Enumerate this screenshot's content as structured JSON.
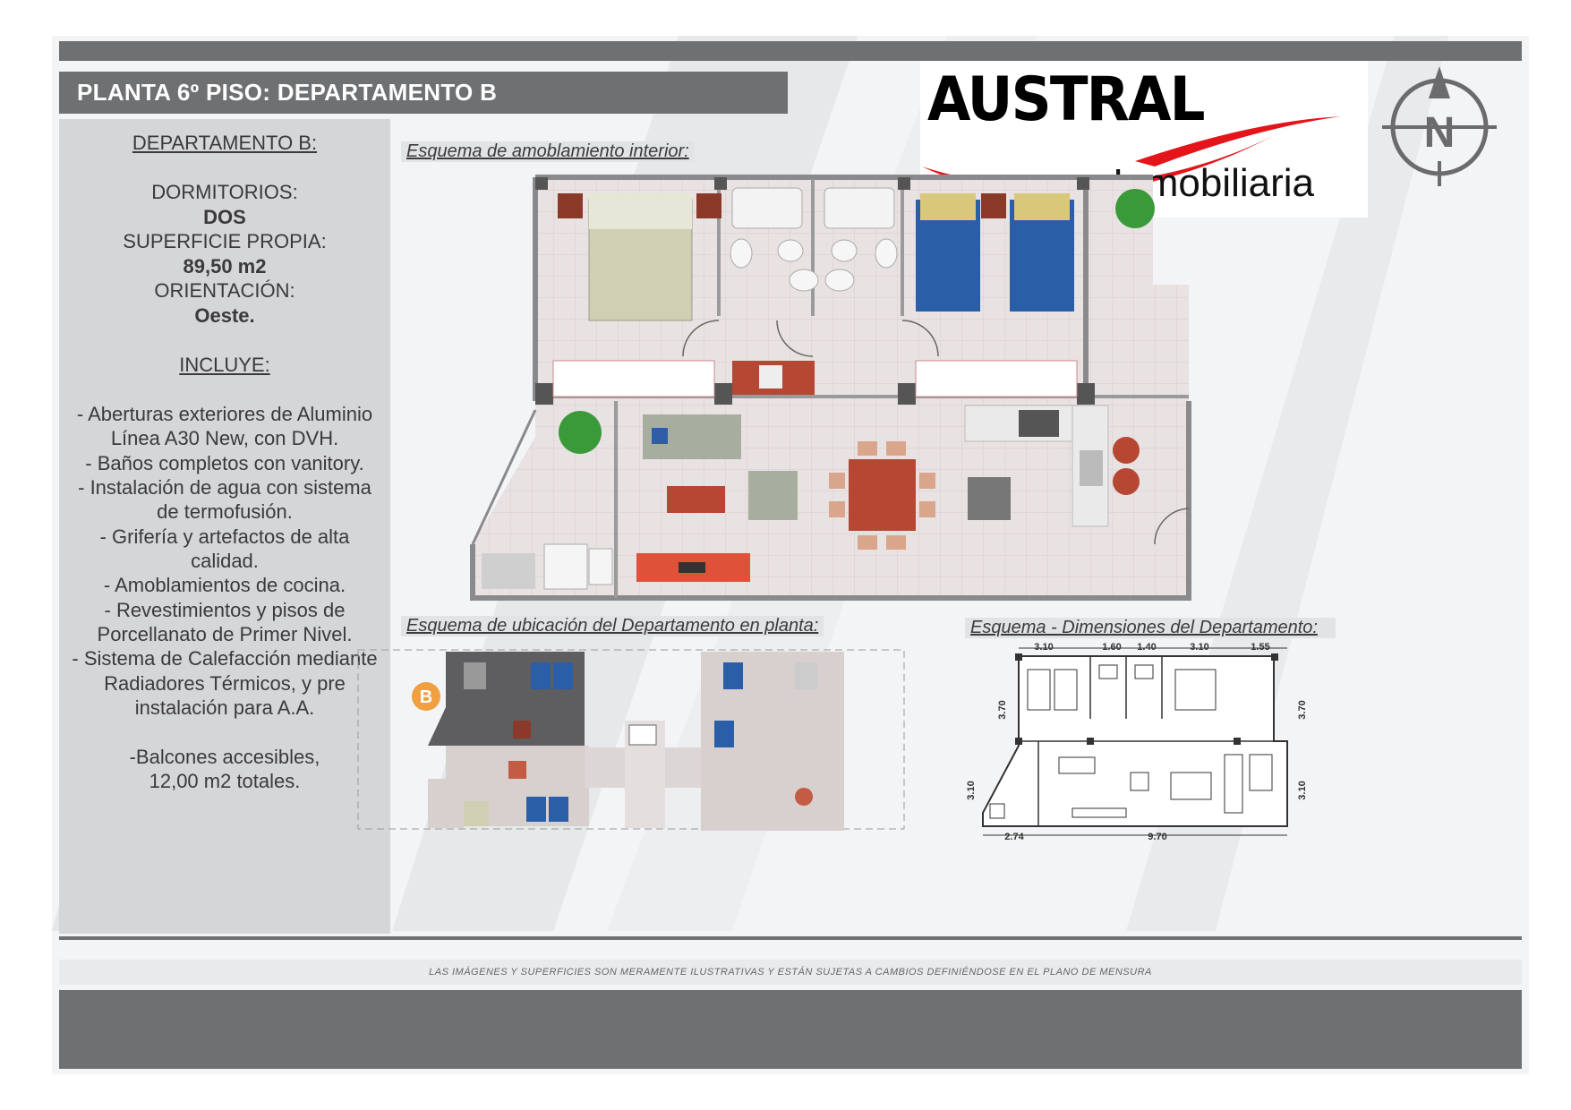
{
  "title": "PLANTA 6º PISO: DEPARTAMENTO B",
  "logo": {
    "brand": "AUSTRAL",
    "sub": "Inmobiliaria",
    "compass_letter": "N",
    "swoosh_color": "#e4141b"
  },
  "info": {
    "heading": "DEPARTAMENTO B:",
    "dormitorios_label": "DORMITORIOS:",
    "dormitorios_value": "DOS",
    "superficie_label": "SUPERFICIE PROPIA:",
    "superficie_value": "89,50 m2",
    "orientacion_label": "ORIENTACIÓN:",
    "orientacion_value": "Oeste.",
    "incluye_label": "INCLUYE:",
    "items": [
      "- Aberturas exteriores de Aluminio",
      "Línea A30 New, con DVH.",
      "- Baños completos con vanitory.",
      "- Instalación de agua con sistema",
      "de termofusión.",
      "- Grifería y artefactos de alta",
      "calidad.",
      "- Amoblamientos de cocina.",
      "- Revestimientos y pisos de",
      "Porcellanato de Primer Nivel.",
      "- Sistema de Calefacción mediante",
      "Radiadores Térmicos, y pre",
      "instalación para A.A.",
      "",
      "-Balcones accesibles,",
      "12,00 m2 totales."
    ]
  },
  "schemes": {
    "interior": "Esquema de amoblamiento interior:",
    "ubicacion": "Esquema de ubicación del Departamento en planta:",
    "dimensiones": "Esquema - Dimensiones del Departamento:"
  },
  "location_marker": "B",
  "dimensions": {
    "top": [
      "3.10",
      "1.60",
      "1.40",
      "3.10",
      "1.55"
    ],
    "left": [
      "3.70",
      "3.10"
    ],
    "right": [
      "3.70",
      "3.10"
    ],
    "bottom": [
      "2.74",
      "9.70"
    ]
  },
  "disclaimer": "LAS IMÁGENES Y SUPERFICIES SON MERAMENTE ILUSTRATIVAS Y ESTÁN SUJETAS A CAMBIOS DEFINIÉNDOSE EN EL PLANO DE MENSURA",
  "colors": {
    "bar_gray": "#6f7072",
    "panel_gray": "#d5d6d8",
    "marker_orange": "#f0a040",
    "bed_blue": "#2a5fa8",
    "table_red": "#b54733"
  }
}
